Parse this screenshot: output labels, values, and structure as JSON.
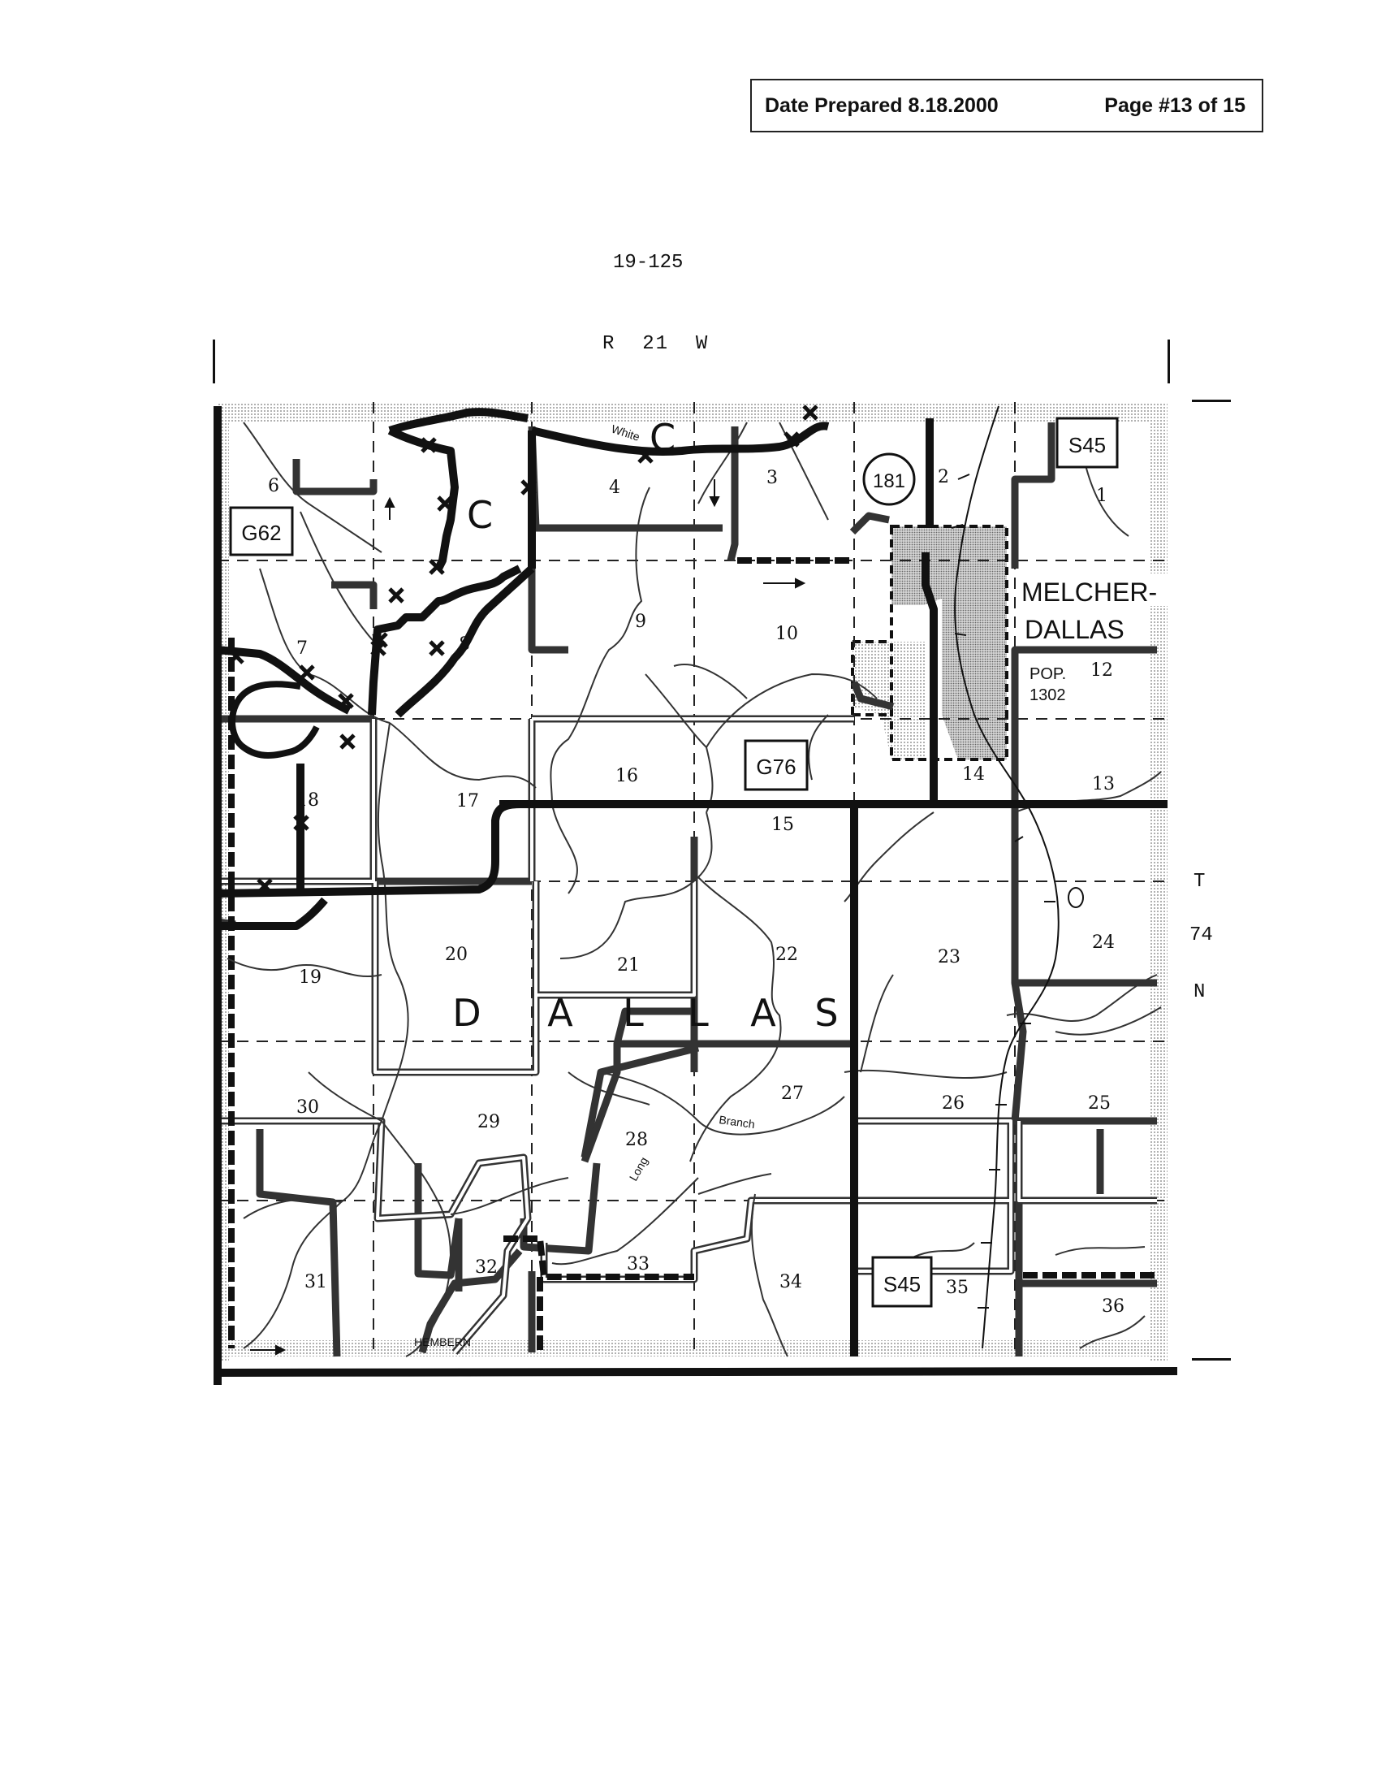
{
  "header": {
    "date_prepared": "Date Prepared 8.18.2000",
    "page": "Page #13 of 15"
  },
  "map_id": "19-125",
  "range_label": "R  21  W",
  "township": [
    "T",
    "74",
    "N"
  ],
  "township_name": [
    "D",
    "A",
    "L",
    "L",
    "A",
    "S"
  ],
  "town": {
    "name_line1": "MELCHER-",
    "name_line2": "DALLAS",
    "pop_label": "POP.",
    "pop_value": "1302"
  },
  "route_markers": [
    "G62",
    "G76",
    "S45",
    "S45",
    "181"
  ],
  "map_letters": [
    "C",
    "C"
  ],
  "stream_labels": [
    "White",
    "Branch",
    "Long",
    "HEMBERN"
  ],
  "sections": [
    "1",
    "2",
    "3",
    "4",
    "6",
    "7",
    "8",
    "9",
    "10",
    "12",
    "13",
    "14",
    "15",
    "16",
    "17",
    "18",
    "19",
    "20",
    "21",
    "22",
    "23",
    "24",
    "25",
    "26",
    "27",
    "28",
    "29",
    "30",
    "31",
    "32",
    "33",
    "34",
    "35",
    "36"
  ]
}
